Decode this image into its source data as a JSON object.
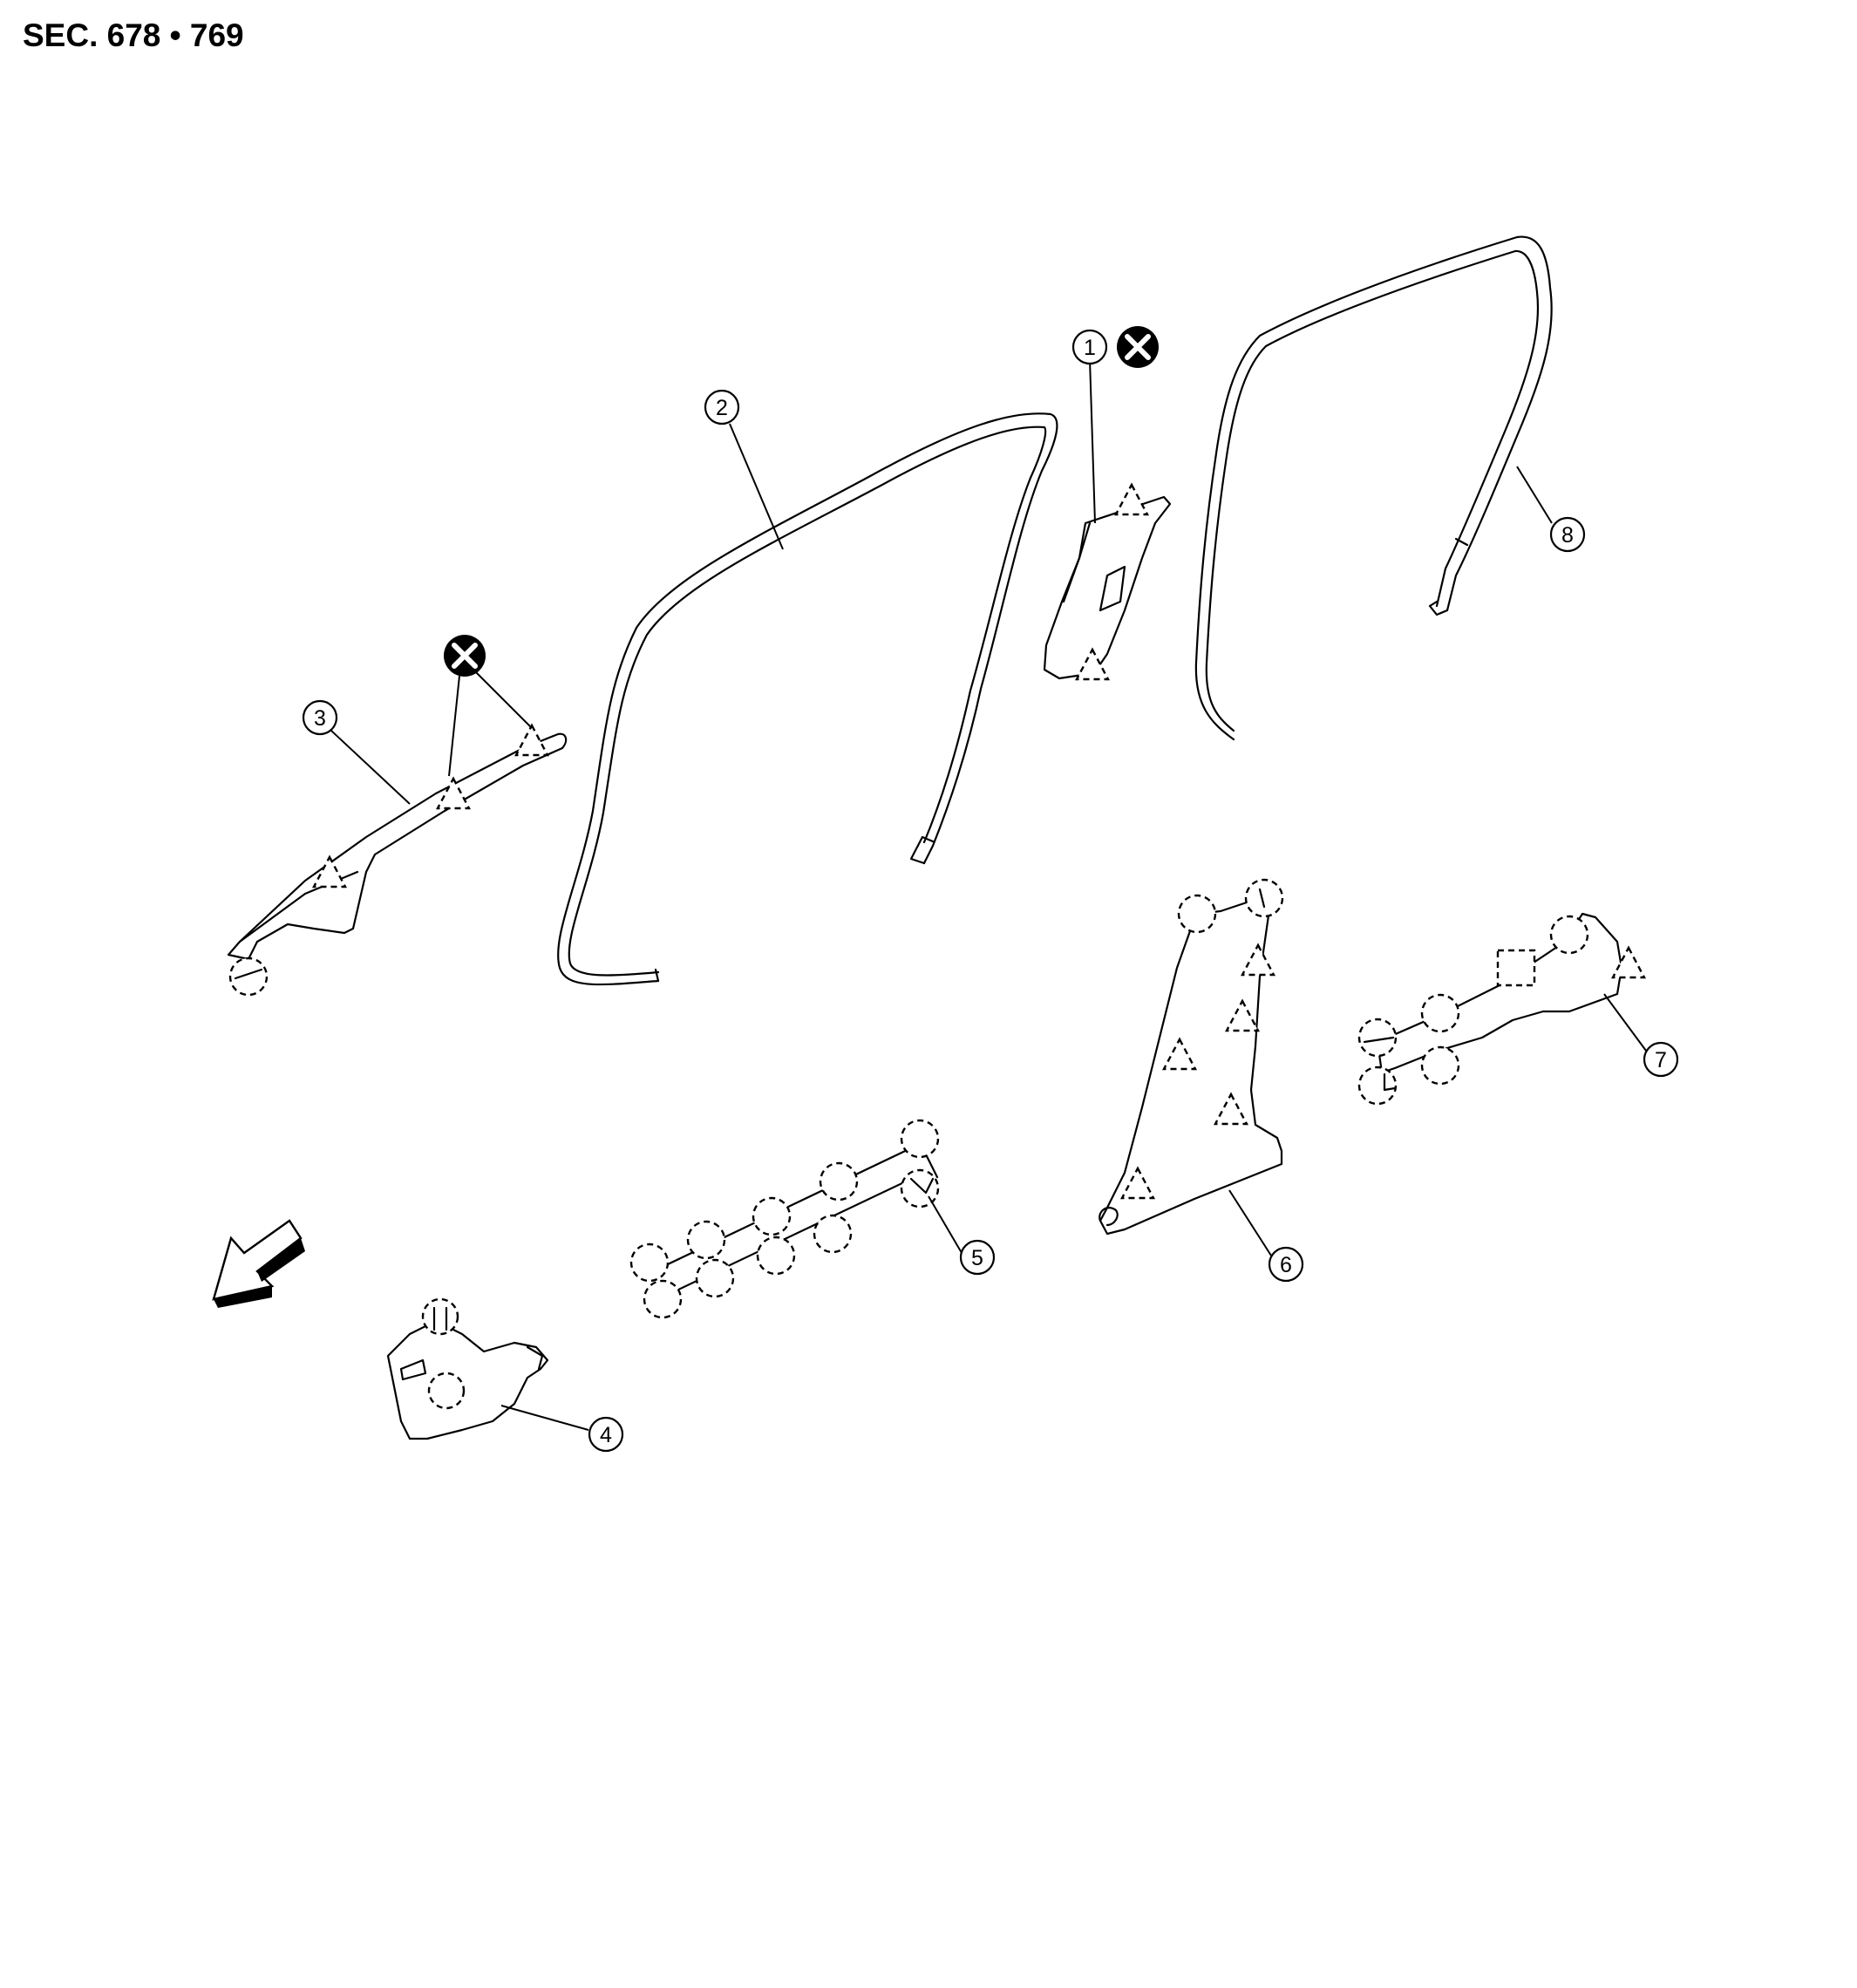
{
  "title": "SEC. 678 • 769",
  "callouts": [
    "1",
    "2",
    "3",
    "4",
    "5",
    "6",
    "7",
    "8"
  ],
  "symbols": {
    "triangle": "clip-triangle-icon",
    "circle": "clip-circle-icon",
    "square": "clip-square-icon",
    "no-reuse": "no-reuse-icon",
    "front": "front-arrow-icon"
  },
  "colors": {
    "line": "#000000",
    "background": "#ffffff"
  }
}
